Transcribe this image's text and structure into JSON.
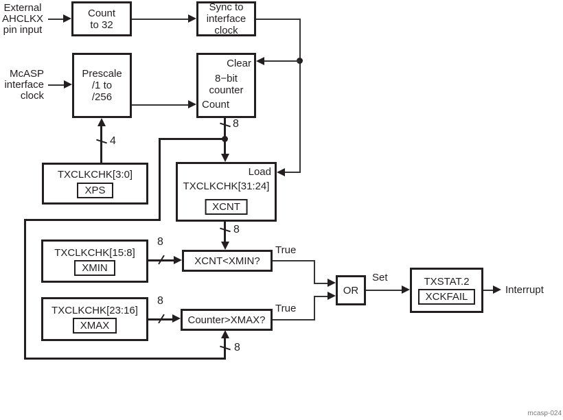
{
  "inputs": {
    "external": "External\nAHCLKX\npin input",
    "mcasp": "McASP\ninterface\nclock"
  },
  "blocks": {
    "count32": "Count\nto 32",
    "sync": "Sync to\ninterface\nclock",
    "prescale": "Prescale\n/1 to\n/256",
    "counter": {
      "clear": "Clear",
      "name": "8−bit\ncounter",
      "count": "Count"
    },
    "xps": {
      "field": "TXCLKCHK[3:0]",
      "reg": "XPS"
    },
    "xcnt": {
      "load": "Load",
      "field": "TXCLKCHK[31:24]",
      "reg": "XCNT"
    },
    "xmin": {
      "field": "TXCLKCHK[15:8]",
      "reg": "XMIN"
    },
    "xmax": {
      "field": "TXCLKCHK[23:16]",
      "reg": "XMAX"
    },
    "cmp_min": "XCNT<XMIN?",
    "cmp_max": "Counter>XMAX?",
    "or_gate": "OR",
    "txstat": {
      "field": "TXSTAT.2",
      "reg": "XCKFAIL"
    }
  },
  "wires": {
    "bus4": "4",
    "bus8_count": "8",
    "bus8_load": "8",
    "bus8_min": "8",
    "bus8_max": "8",
    "bus8_feedback": "8",
    "true_min": "True",
    "true_max": "True",
    "set": "Set",
    "interrupt": "Interrupt"
  },
  "caption": "mcasp-024",
  "colors": {
    "line": "#231f20",
    "thin_line": "#343434",
    "text": "#231f20",
    "caption": "#7a7a7a",
    "background": "#ffffff"
  }
}
